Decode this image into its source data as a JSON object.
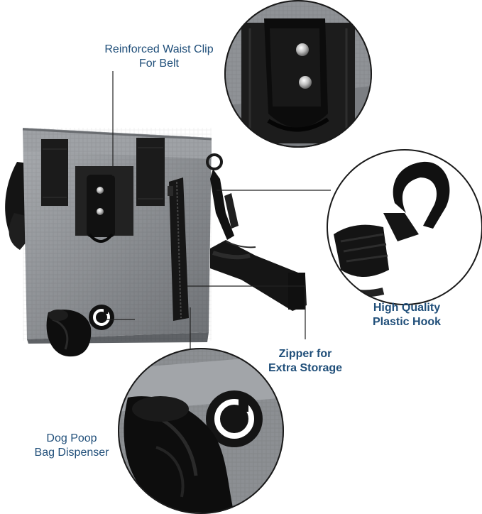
{
  "callouts": {
    "waist_clip": {
      "line1": "Reinforced Waist Clip",
      "line2": "For Belt"
    },
    "hook": {
      "line1": "High Quality",
      "line2": "Plastic Hook"
    },
    "zipper": {
      "line1": "Zipper for",
      "line2": "Extra Storage"
    },
    "dispenser": {
      "line1": "Dog Poop",
      "line2": "Bag Dispenser"
    }
  },
  "colors": {
    "label_text": "#1f4e79",
    "bag_fabric": "#8f9296",
    "webbing": "#1b1b1b",
    "callout_line": "#222222"
  }
}
